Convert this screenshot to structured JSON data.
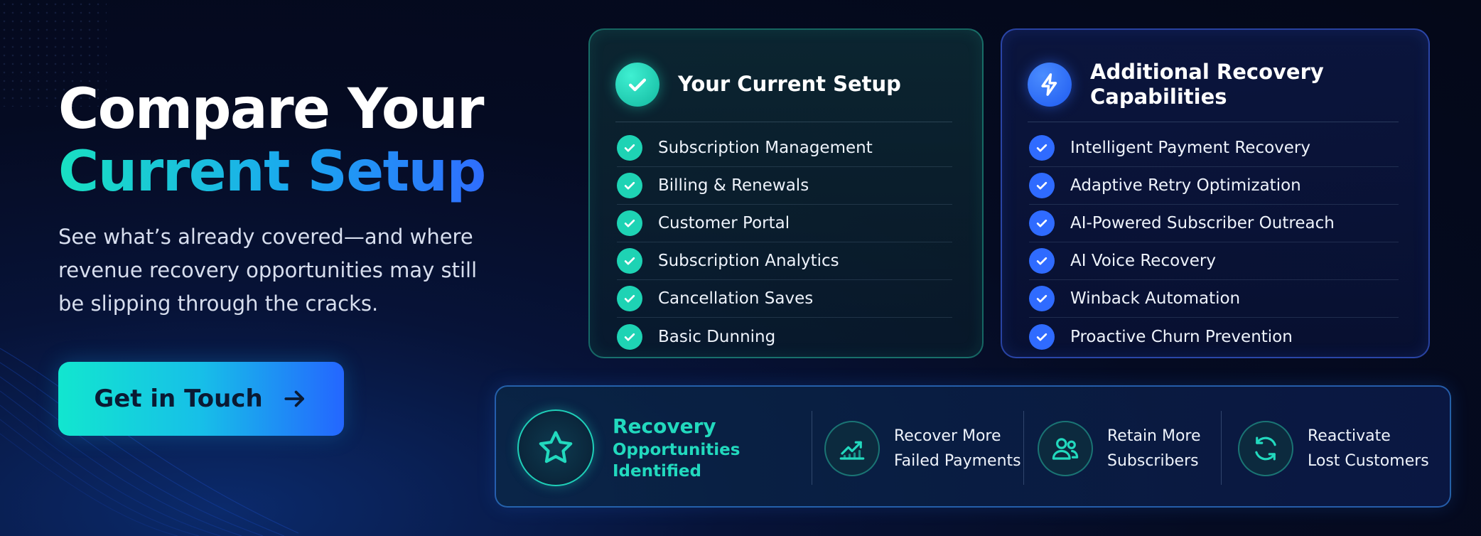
{
  "hero": {
    "title_line1": "Compare Your",
    "title_line2": "Current Setup",
    "subtitle": "See what’s already covered—and where revenue recovery opportunities may still be slipping through the cracks.",
    "cta_label": "Get in Touch"
  },
  "current_setup": {
    "title": "Your Current Setup",
    "items": [
      {
        "label": "Subscription Management"
      },
      {
        "label": "Billing & Renewals"
      },
      {
        "label": "Customer Portal"
      },
      {
        "label": "Subscription Analytics"
      },
      {
        "label": "Cancellation Saves"
      },
      {
        "label": "Basic Dunning"
      }
    ]
  },
  "additional": {
    "title": "Additional Recovery Capabilities",
    "items": [
      {
        "label": "Intelligent Payment Recovery"
      },
      {
        "label": "Adaptive Retry Optimization"
      },
      {
        "label": "AI-Powered Subscriber Outreach"
      },
      {
        "label": "AI Voice Recovery"
      },
      {
        "label": "Winback Automation"
      },
      {
        "label": "Proactive Churn Prevention"
      }
    ]
  },
  "recovery": {
    "title": "Recovery",
    "subtitle": "Opportunities Identified",
    "benefits": [
      {
        "line1": "Recover More",
        "line2": "Failed Payments",
        "icon": "chart-up-icon"
      },
      {
        "line1": "Retain More",
        "line2": "Subscribers",
        "icon": "users-icon"
      },
      {
        "line1": "Reactivate",
        "line2": "Lost Customers",
        "icon": "refresh-icon"
      }
    ]
  },
  "colors": {
    "teal": "#1ed3b4",
    "blue": "#2f6bff",
    "background": "#050b22"
  }
}
